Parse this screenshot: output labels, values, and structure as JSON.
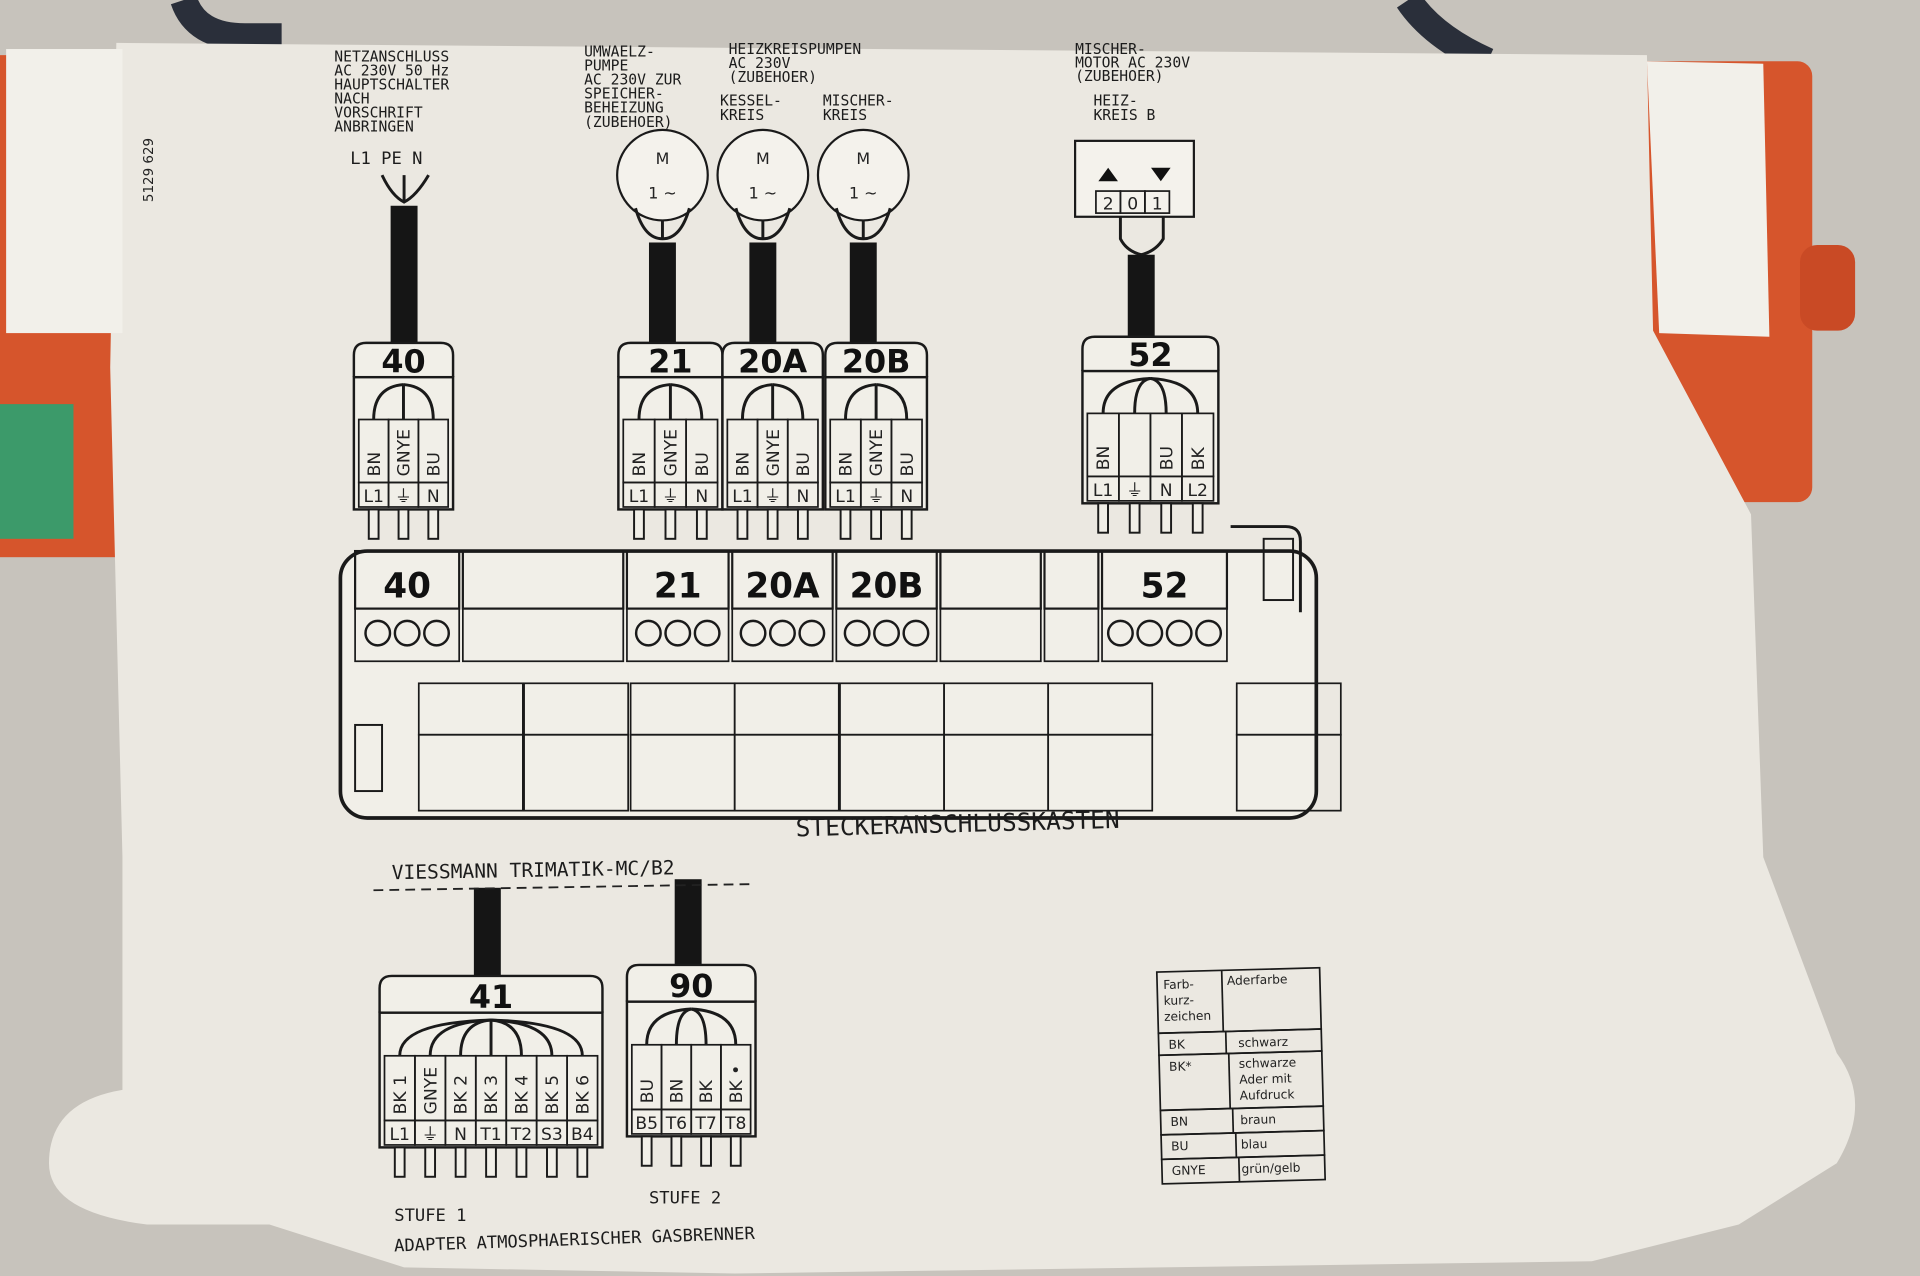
{
  "doc_number": "5129 629",
  "header_notes": {
    "netz": [
      "NETZANSCHLUSS",
      "AC 230V 50 Hz",
      "HAUPTSCHALTER",
      "NACH",
      "VORSCHRIFT",
      "ANBRINGEN"
    ],
    "netz_wires": "L1 PE N",
    "umwaelz": [
      "UMWAELZ-",
      "PUMPE",
      "AC 230V ZUR",
      "SPEICHER-",
      "BEHEIZUNG",
      "(ZUBEHOER)"
    ],
    "heizkreis": [
      "HEIZKREISPUMPEN",
      "AC 230V",
      "(ZUBEHOER)"
    ],
    "kessel": [
      "KESSEL-",
      "KREIS"
    ],
    "mischer": [
      "MISCHER-",
      "KREIS"
    ],
    "mischermotor": [
      "MISCHER-",
      "MOTOR AC 230V",
      "(ZUBEHOER)"
    ],
    "heizb": [
      "HEIZ-",
      "KREIS B"
    ]
  },
  "motor": {
    "symbol": "M",
    "phase": "1 ~"
  },
  "mixer_motor_pins": [
    "2",
    "0",
    "1"
  ],
  "connectors_top": [
    {
      "id": "40",
      "wires": [
        "BN",
        "GNYE",
        "BU"
      ],
      "pins": [
        "L1",
        "⏚",
        "N"
      ]
    },
    {
      "id": "21",
      "wires": [
        "BN",
        "GNYE",
        "BU"
      ],
      "pins": [
        "L1",
        "⏚",
        "N"
      ]
    },
    {
      "id": "20A",
      "wires": [
        "BN",
        "GNYE",
        "BU"
      ],
      "pins": [
        "L1",
        "⏚",
        "N"
      ]
    },
    {
      "id": "20B",
      "wires": [
        "BN",
        "GNYE",
        "BU"
      ],
      "pins": [
        "L1",
        "⏚",
        "N"
      ]
    },
    {
      "id": "52",
      "wires": [
        "BN",
        "",
        "BU",
        "BK"
      ],
      "pins": [
        "L1",
        "⏚",
        "N",
        "L2"
      ]
    }
  ],
  "connectors_bottom": [
    {
      "id": "41",
      "wires": [
        "BK 1",
        "GNYE",
        "BK 2",
        "BK 3",
        "BK 4",
        "BK 5",
        "BK 6"
      ],
      "pins": [
        "L1",
        "⏚",
        "N",
        "T1",
        "T2",
        "S3",
        "B4"
      ]
    },
    {
      "id": "90",
      "wires": [
        "BU",
        "BN",
        "BK",
        "BK •"
      ],
      "pins": [
        "B5",
        "T6",
        "T7",
        "T8"
      ]
    }
  ],
  "box": {
    "slots": [
      "40",
      "",
      "21",
      "20A",
      "20B",
      "",
      "",
      "52"
    ],
    "title": "STECKERANSCHLUSSKASTEN"
  },
  "controller": "VIESSMANN TRIMATIK-MC/B2",
  "stufe1": "STUFE 1",
  "stufe2": "STUFE 2",
  "adapter": "ADAPTER ATMOSPHAERISCHER GASBRENNER",
  "legend": {
    "headers": [
      "Farb-\nkurz-\nzeichen",
      "Aderfarbe"
    ],
    "rows": [
      {
        "code": "BK",
        "color": "schwarz"
      },
      {
        "code": "BK*",
        "color": "schwarze Ader mit Aufdruck"
      },
      {
        "code": "BN",
        "color": "braun"
      },
      {
        "code": "BU",
        "color": "blau"
      },
      {
        "code": "GNYE",
        "color": "grün/gelb"
      }
    ]
  },
  "colors": {
    "paper": "#ebe8e1",
    "housing": "#d6552c",
    "background": "#c7c3bc",
    "ink": "#1a1a1a"
  }
}
